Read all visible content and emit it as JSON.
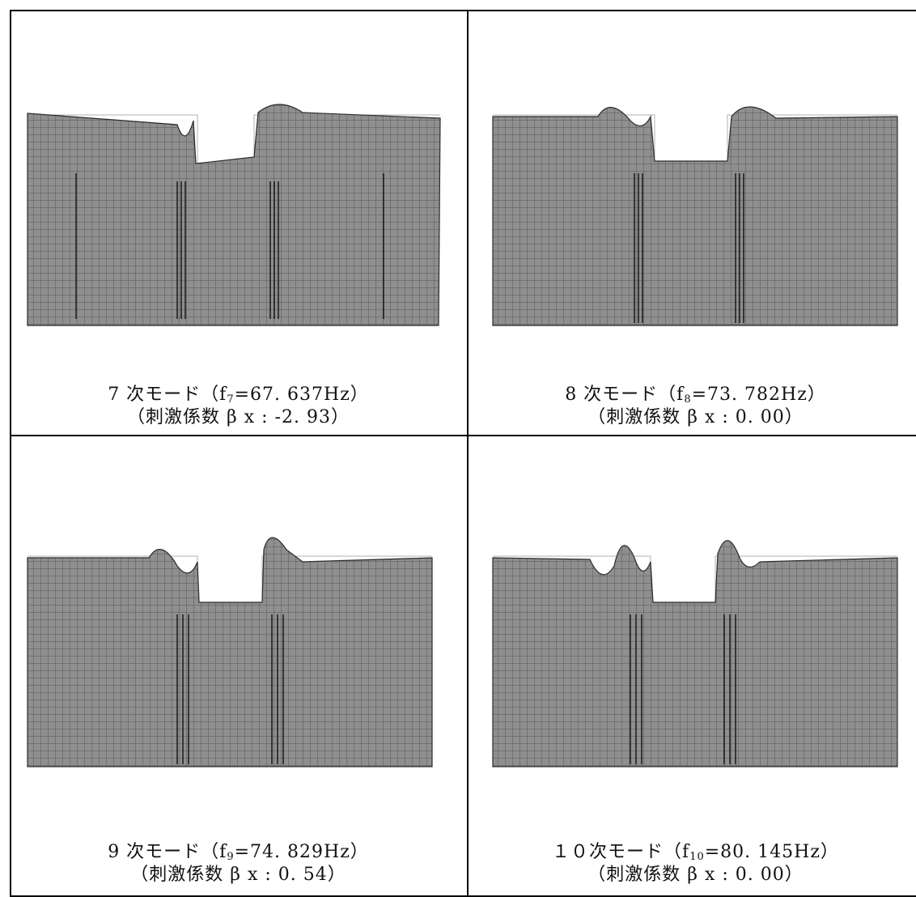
{
  "panels": [
    {
      "mode_label": "7 次モード（f",
      "sub": "7",
      "freq": "=67. 637Hz）",
      "beta": "（刺激係数 β x : -2. 93）"
    },
    {
      "mode_label": "8 次モード（f",
      "sub": "8",
      "freq": "=73. 782Hz）",
      "beta": "（刺激係数 β x : 0. 00）"
    },
    {
      "mode_label": "9 次モード（f",
      "sub": "9",
      "freq": "=74. 829Hz）",
      "beta": "（刺激係数 β x : 0. 54）"
    },
    {
      "mode_label": "１０次モード（f",
      "sub": "10",
      "freq": "=80. 145Hz）",
      "beta": "（刺激係数 β x : 0. 00）"
    }
  ],
  "colors": {
    "mesh_fill": "#8f8f8f",
    "mesh_line": "#2a2a2a",
    "undeformed_grid": "#b0b0b0",
    "border": "#000000"
  }
}
